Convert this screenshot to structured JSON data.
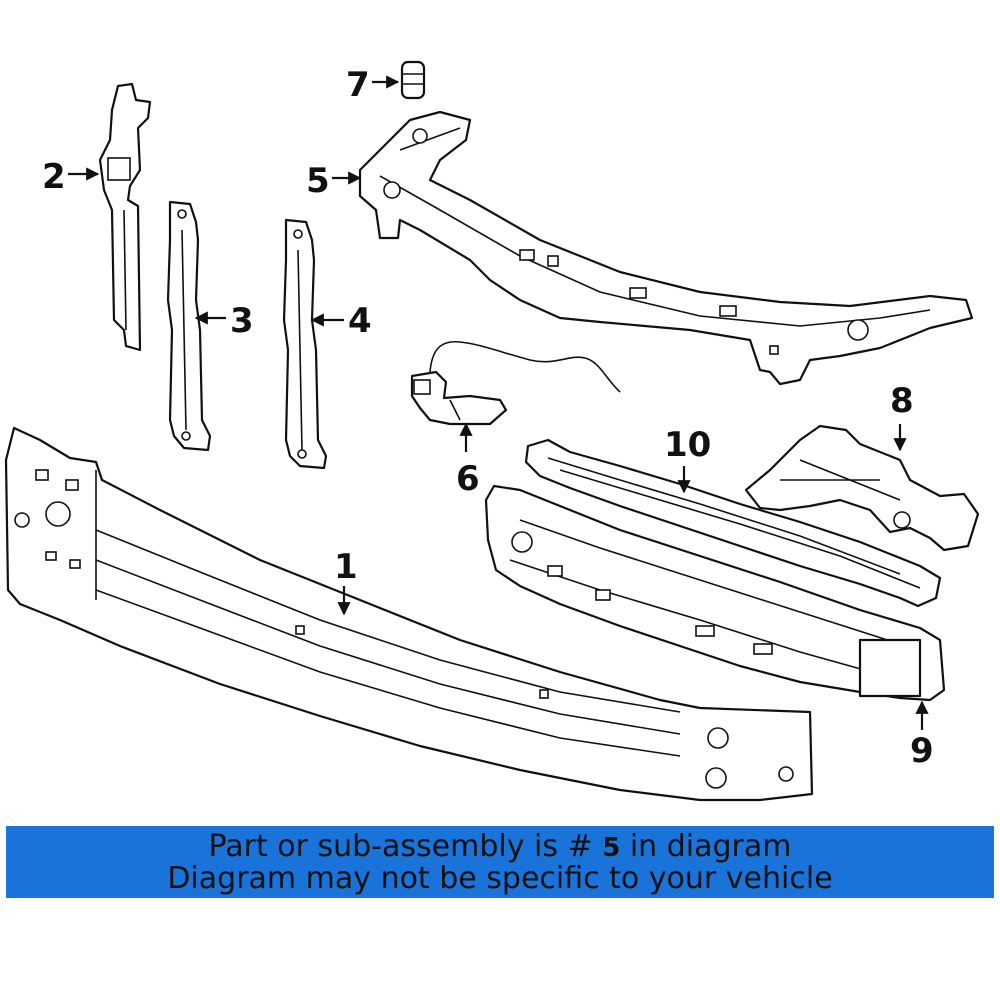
{
  "diagram": {
    "callouts": [
      "1",
      "2",
      "3",
      "4",
      "5",
      "6",
      "7",
      "8",
      "9",
      "10"
    ]
  },
  "banner": {
    "prefix": "Part or sub-assembly is #",
    "part_number": "5",
    "suffix": "in diagram",
    "note": "Diagram may not be specific to your vehicle",
    "background": "#1a73d9"
  }
}
